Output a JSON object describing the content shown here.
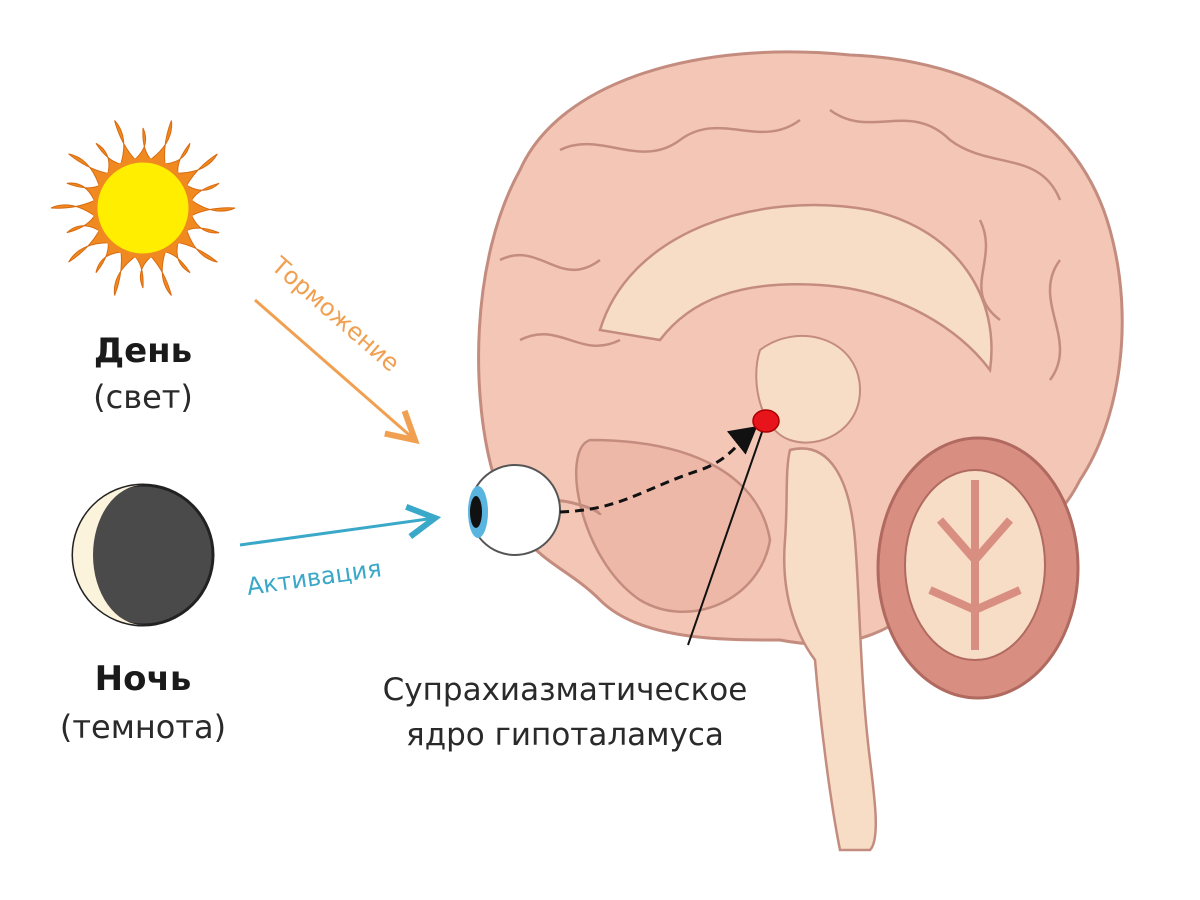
{
  "day": {
    "title": "День",
    "subtitle": "(свет)"
  },
  "night": {
    "title": "Ночь",
    "subtitle": "(темнота)"
  },
  "arrows": {
    "inhibition": "Торможение",
    "activation": "Активация"
  },
  "caption": {
    "line1": "Супрахиазматическое",
    "line2": "ядро гипоталамуса"
  },
  "colors": {
    "inhibition": "#f0a050",
    "activation": "#3aa8c8",
    "scn": "#e8141c",
    "brain": "#f3c6b6",
    "cerebellum": "#d98e82"
  }
}
